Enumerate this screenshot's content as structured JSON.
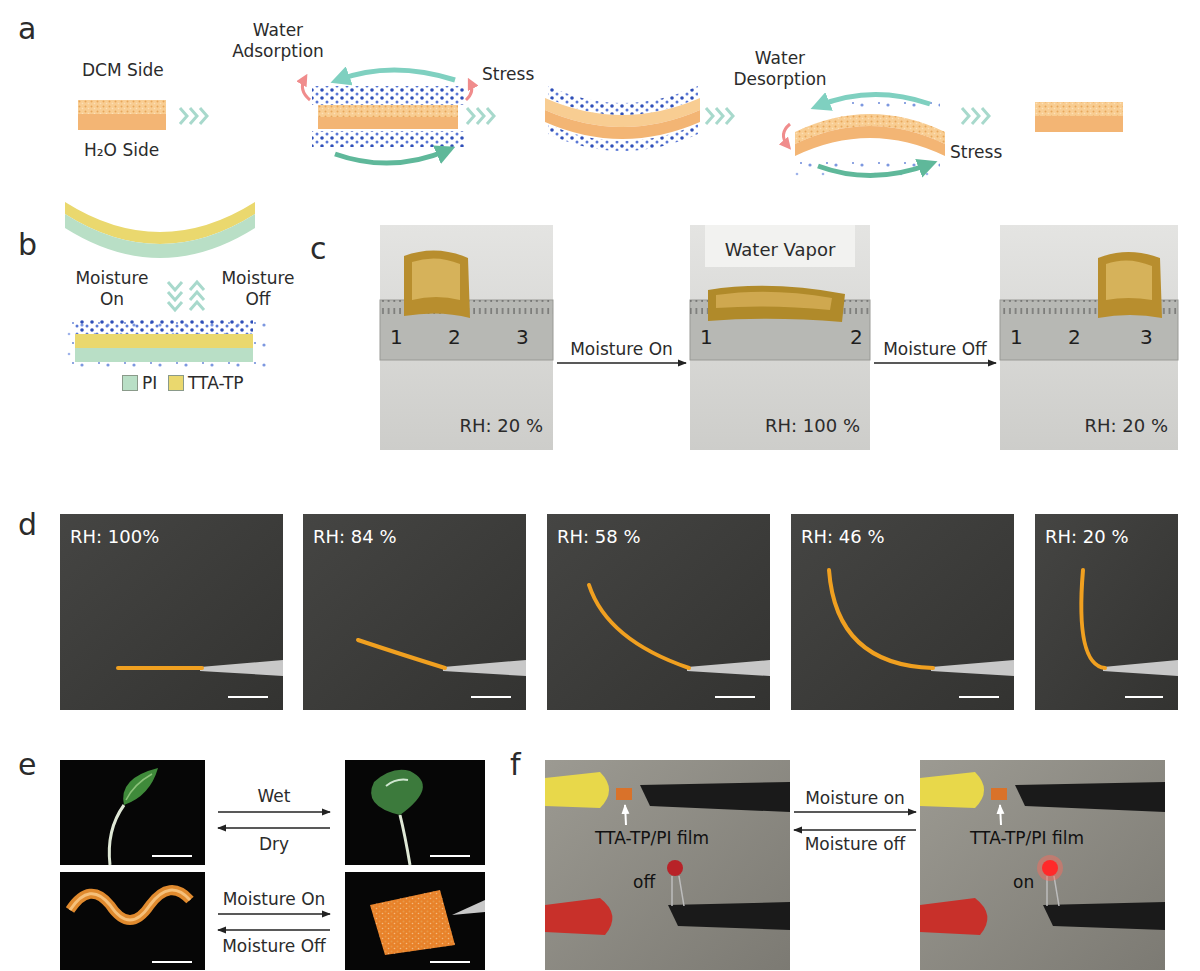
{
  "diagram": {
    "nodes": [
      {
        "text": [
          "1",
          "2",
          "3",
          "RH: 20 %"
        ]
      },
      {
        "text": [
          "Water Vapor",
          "1",
          "2",
          "RH: 100 %"
        ]
      },
      {
        "text": [
          "1",
          "2",
          "3",
          "RH: 20 %"
        ]
      },
      {
        "text": [
          "RH: 100%"
        ]
      },
      {
        "text": [
          "RH: 84 %"
        ]
      },
      {
        "text": [
          "RH: 58 %"
        ]
      },
      {
        "text": [
          "RH: 46 %"
        ]
      },
      {
        "text": [
          "RH: 20 %"
        ]
      },
      {
        "text": [
          "TTA-TP/PI film",
          "off"
        ]
      },
      {
        "text": [
          "TTA-TP/PI film",
          "on"
        ]
      }
    ],
    "edges": [
      {
        "from": 0,
        "to": 1,
        "label": "Moisture On",
        "arrow": "to"
      },
      {
        "from": 1,
        "to": 2,
        "label": "Moisture Off",
        "arrow": "to"
      },
      {
        "from": 8,
        "to": 9,
        "label": "Moisture on",
        "arrow": "to"
      },
      {
        "from": 9,
        "to": 8,
        "label": "Moisture off",
        "arrow": "to"
      }
    ],
    "labels": [
      "a",
      "DCM Side",
      "H₂O Side",
      "Water Adsorption",
      "Stress",
      "Water Desorption",
      "Stress",
      "b",
      "Moisture On",
      "Moisture Off",
      "c",
      "d",
      "e",
      "Wet",
      "Dry",
      "Moisture On",
      "Moisture Off",
      "f"
    ],
    "legend": [
      {
        "text": "PI",
        "color": "#b9dfc6"
      },
      {
        "text": "TTA-TP",
        "color": "#ead86e"
      }
    ]
  }
}
